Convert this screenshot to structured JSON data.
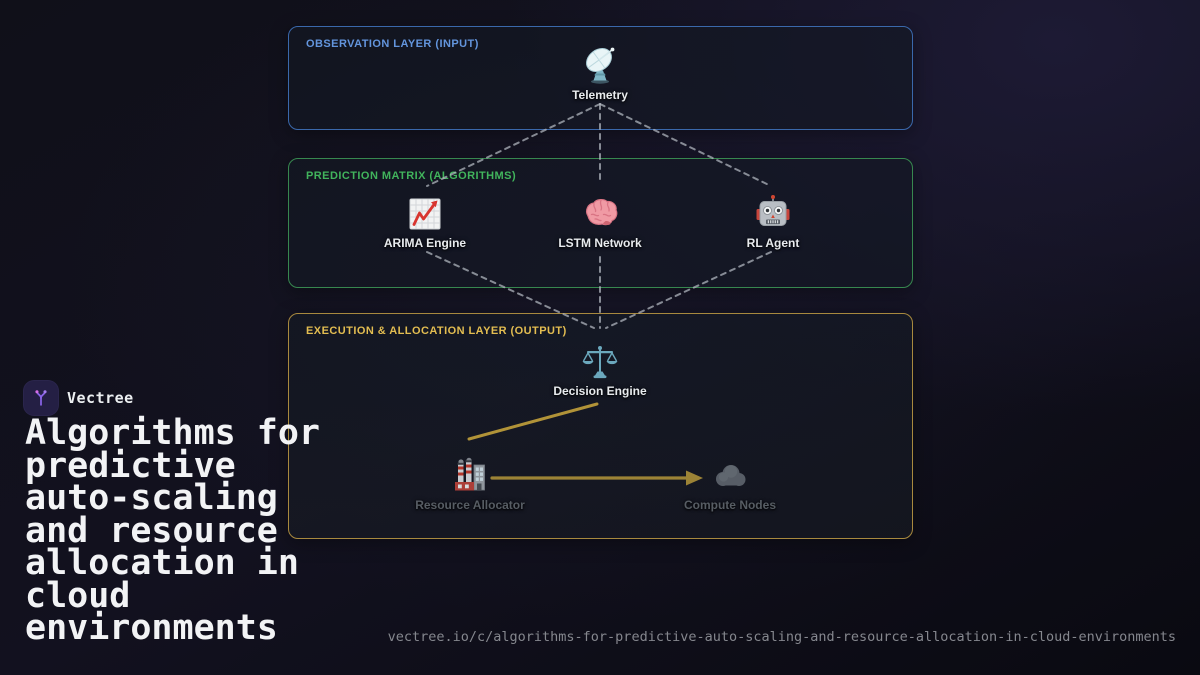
{
  "brand": {
    "name": "Vectree",
    "logo_icon": "vector-branch-icon",
    "logo_bg": "#241f44",
    "logo_accent": "#8a63e8"
  },
  "title": "Algorithms for predictive auto-scaling and resource allocation in cloud environments",
  "footer": {
    "url": "vectree.io/c/algorithms-for-predictive-auto-scaling-and-resource-allocation-in-cloud-environments"
  },
  "diagram": {
    "layers": [
      {
        "label": "OBSERVATION LAYER (INPUT)",
        "accent_color": "#6395dd",
        "border_color": "#3a68ab",
        "nodes": [
          {
            "label": "Telemetry",
            "icon": "satellite-dish-icon"
          }
        ]
      },
      {
        "label": "PREDICTION MATRIX (ALGORITHMS)",
        "accent_color": "#41b45c",
        "border_color": "#37874f",
        "nodes": [
          {
            "label": "ARIMA Engine",
            "icon": "chart-increasing-icon"
          },
          {
            "label": "LSTM Network",
            "icon": "brain-icon"
          },
          {
            "label": "RL Agent",
            "icon": "robot-icon"
          }
        ]
      },
      {
        "label": "EXECUTION & ALLOCATION LAYER (OUTPUT)",
        "accent_color": "#e3bd51",
        "border_color": "#a8893e",
        "nodes": [
          {
            "label": "Decision Engine",
            "icon": "balance-scale-icon"
          },
          {
            "label": "Resource Allocator",
            "icon": "factory-icon",
            "dimmed": true
          },
          {
            "label": "Compute Nodes",
            "icon": "cloud-icon",
            "dimmed": true
          }
        ]
      }
    ],
    "connections": {
      "dashed_color": "#b4bac2",
      "solid_color": "#c2a13b",
      "edges": [
        {
          "from": "Telemetry",
          "to": "ARIMA Engine",
          "style": "dashed"
        },
        {
          "from": "Telemetry",
          "to": "LSTM Network",
          "style": "dashed"
        },
        {
          "from": "Telemetry",
          "to": "RL Agent",
          "style": "dashed"
        },
        {
          "from": "ARIMA Engine",
          "to": "Decision Engine",
          "style": "dashed"
        },
        {
          "from": "LSTM Network",
          "to": "Decision Engine",
          "style": "dashed"
        },
        {
          "from": "RL Agent",
          "to": "Decision Engine",
          "style": "dashed"
        },
        {
          "from": "Decision Engine",
          "to": "Resource Allocator",
          "style": "solid"
        },
        {
          "from": "Resource Allocator",
          "to": "Compute Nodes",
          "style": "solid-arrow"
        }
      ]
    }
  }
}
